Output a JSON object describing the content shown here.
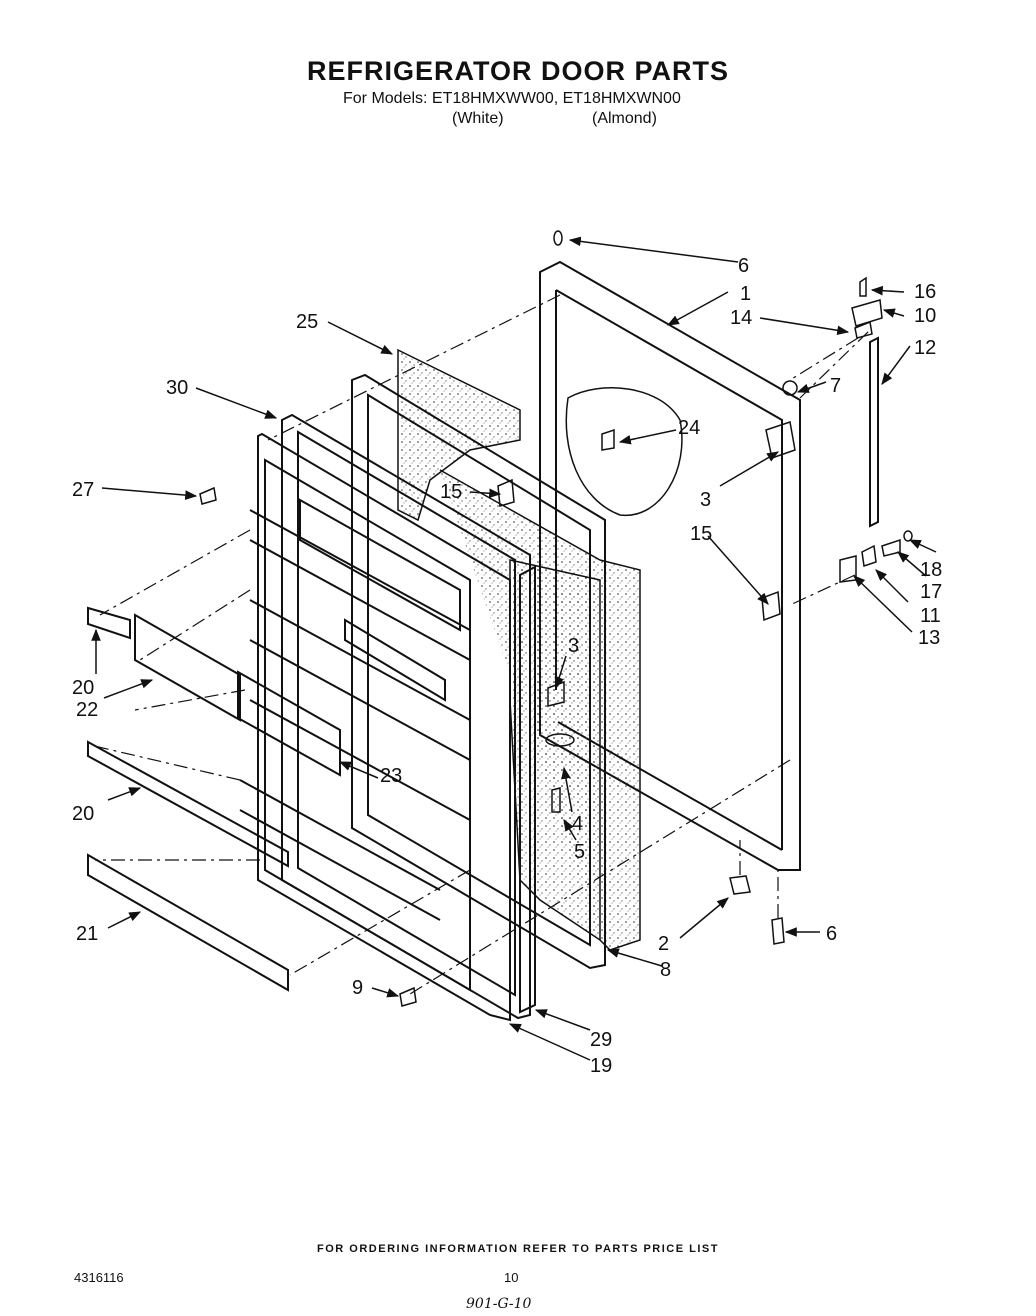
{
  "header": {
    "title": "REFRIGERATOR DOOR PARTS",
    "models_line": "For Models: ET18HMXWW00, ET18HMXWN00",
    "variant_white": "(White)",
    "variant_almond": "(Almond)"
  },
  "callouts": {
    "c1": "1",
    "c2": "2",
    "c3a": "3",
    "c3b": "3",
    "c4": "4",
    "c5": "5",
    "c6a": "6",
    "c6b": "6",
    "c7": "7",
    "c8": "8",
    "c9": "9",
    "c10": "10",
    "c11": "11",
    "c12": "12",
    "c13": "13",
    "c14": "14",
    "c15a": "15",
    "c15b": "15",
    "c16": "16",
    "c17": "17",
    "c18": "18",
    "c19": "19",
    "c20a": "20",
    "c20b": "20",
    "c21": "21",
    "c22": "22",
    "c23": "23",
    "c24": "24",
    "c25": "25",
    "c27": "27",
    "c29": "29",
    "c30": "30"
  },
  "footer": {
    "ordering_note": "FOR ORDERING INFORMATION REFER TO PARTS PRICE LIST",
    "doc_number": "4316116",
    "page_number": "10",
    "handwritten_note": "901-G-10"
  }
}
